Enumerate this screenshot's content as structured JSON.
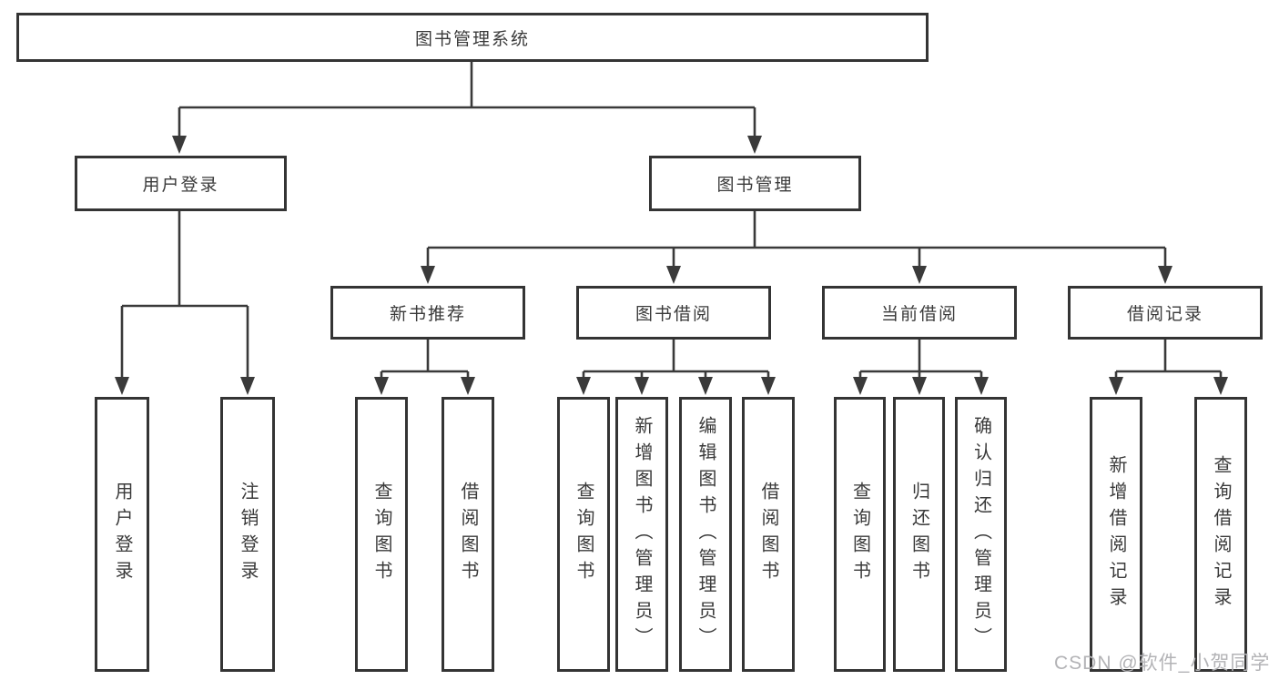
{
  "diagram": {
    "root_label": "图书管理系统",
    "level2": [
      {
        "label": "用户登录"
      },
      {
        "label": "图书管理"
      }
    ],
    "level3": [
      {
        "label": "新书推荐"
      },
      {
        "label": "图书借阅"
      },
      {
        "label": "当前借阅"
      },
      {
        "label": "借阅记录"
      }
    ],
    "leaves": {
      "user": [
        "用户登录",
        "注销登录"
      ],
      "recommend": [
        "查询图书",
        "借阅图书"
      ],
      "borrow": [
        "查询图书",
        "新增图书（管理员）",
        "编辑图书（管理员）",
        "借阅图书"
      ],
      "current": [
        "查询图书",
        "归还图书",
        "确认归还（管理员）"
      ],
      "records": [
        "新增借阅记录",
        "查询借阅记录"
      ]
    }
  },
  "watermark": "CSDN @软件_小贺同学",
  "colors": {
    "line": "#3a3a3a",
    "border": "#343434",
    "text": "#3a3a3a",
    "watermark": "#b3b3b6",
    "background": "#ffffff"
  }
}
